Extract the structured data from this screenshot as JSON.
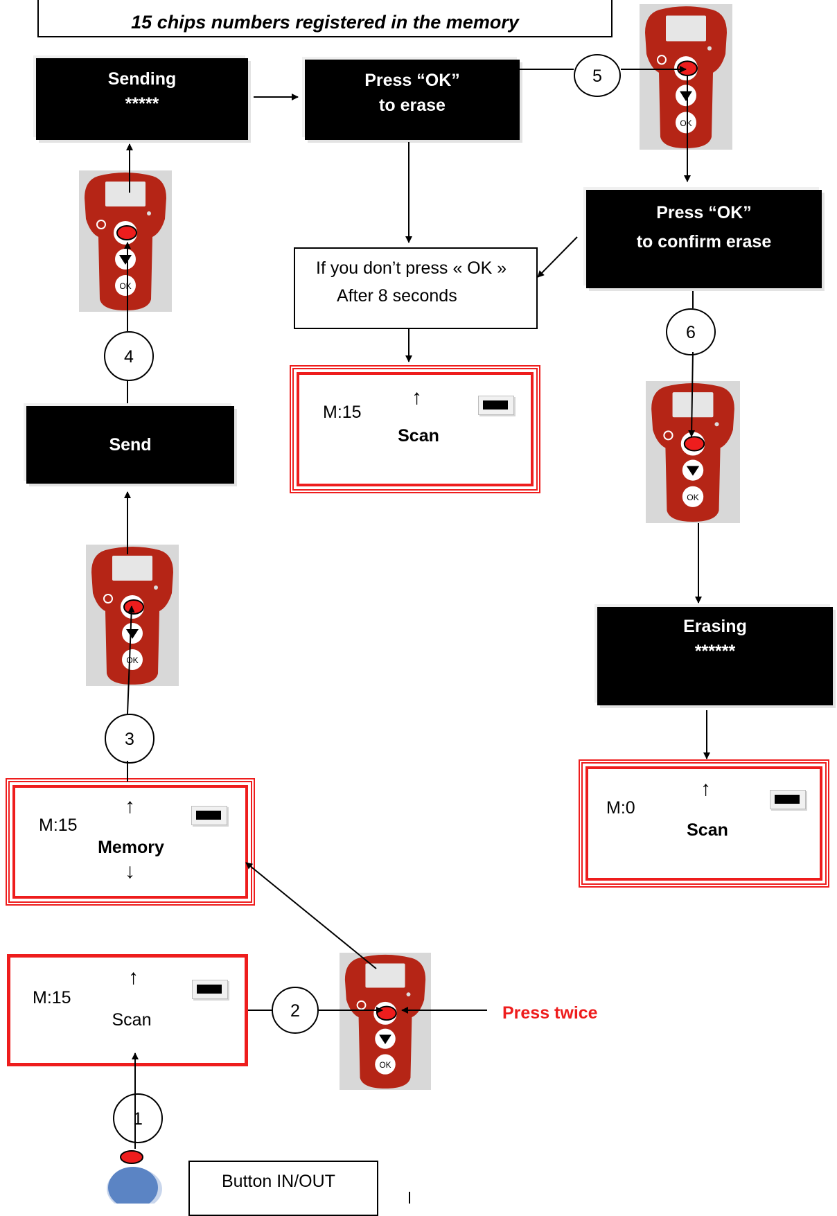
{
  "header": {
    "subtitle": "15 chips numbers registered in the memory"
  },
  "screens": {
    "sending": {
      "line1": "Sending",
      "line2": "*****"
    },
    "press_ok_erase": {
      "line1": "Press “OK”",
      "line2": "to erase"
    },
    "press_ok_confirm": {
      "line1": "Press “OK”",
      "line2": "to confirm erase"
    },
    "send": {
      "line1": "Send"
    },
    "erasing": {
      "line1": "Erasing",
      "line2": "******"
    }
  },
  "lcd": {
    "scan_after_timeout": {
      "memory": "M:15",
      "label": "Scan"
    },
    "scan_after_erase": {
      "memory": "M:0",
      "label": "Scan"
    },
    "memory_menu": {
      "memory": "M:15",
      "label": "Memory"
    },
    "scan_start": {
      "memory": "M:15",
      "label": "Scan"
    }
  },
  "timeout_note": {
    "line1": "If you don’t press « OK »",
    "line2": "After 8 seconds"
  },
  "steps": [
    "1",
    "2",
    "3",
    "4",
    "5",
    "6"
  ],
  "press_twice_label": "Press twice",
  "button_in_out_label": "Button IN/OUT",
  "device_button_labels": {
    "ok": "OK"
  },
  "colors": {
    "accent_red": "#ee1d1d",
    "device_red": "#b52516",
    "screen_black": "#000000",
    "pointer_blue": "#5b84c4"
  },
  "icons": [
    "scanner-device-icon",
    "in-out-button-icon",
    "battery-icon",
    "arrow-up-icon",
    "arrow-down-icon"
  ]
}
